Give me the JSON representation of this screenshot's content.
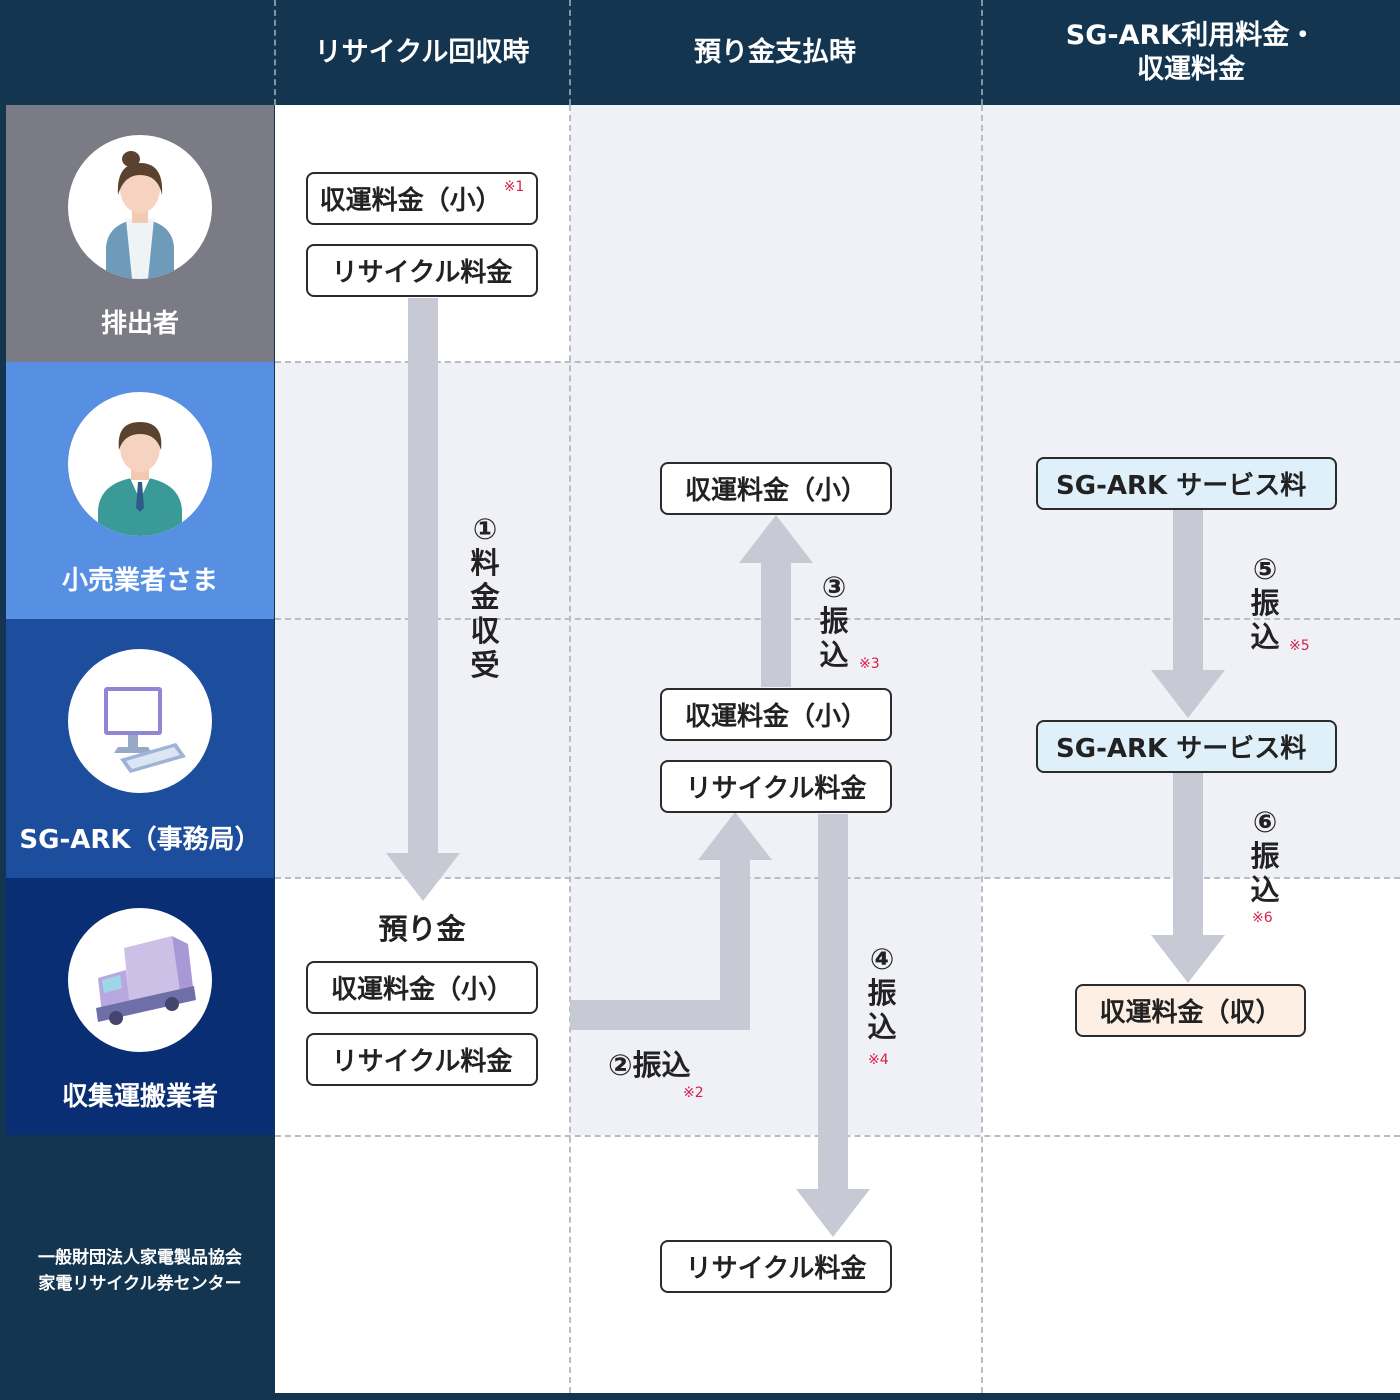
{
  "headers": {
    "col1": "リサイクル回収時",
    "col2": "預り金支払時",
    "col3_line1": "SG-ARK利用料金・",
    "col3_line2": "収運料金"
  },
  "roles": [
    {
      "label": "排出者",
      "color": "#7a7b85",
      "icon": "woman-avatar-icon"
    },
    {
      "label": "小売業者さま",
      "color": "#5790e3",
      "icon": "man-avatar-icon"
    },
    {
      "label": "SG-ARK（事務局）",
      "color": "#1d4e9e",
      "icon": "computer-icon"
    },
    {
      "label": "収集運搬業者",
      "color": "#0a2e73",
      "icon": "truck-icon"
    }
  ],
  "footer_role": {
    "line1": "一般財団法人家電製品協会",
    "line2": "家電リサイクル券センター"
  },
  "boxes": {
    "collect_small": "収運料金（小）",
    "recycle_fee": "リサイクル料金",
    "deposit_label": "預り金",
    "sgark_fee": "SG-ARK サービス料",
    "collect_shu": "収運料金（収）"
  },
  "notes": {
    "n1": "※1",
    "n2": "※2",
    "n3": "※3",
    "n4": "※4",
    "n5": "※5",
    "n6": "※6"
  },
  "steps": {
    "s1_num": "①",
    "s1_c1": "料",
    "s1_c2": "金",
    "s1_c3": "収",
    "s1_c4": "受",
    "s2": "②振込",
    "s3_num": "③",
    "s3_c1": "振",
    "s3_c2": "込",
    "s4_num": "④",
    "s4_c1": "振",
    "s4_c2": "込",
    "s5_num": "⑤",
    "s5_c1": "振",
    "s5_c2": "込",
    "s6_num": "⑥",
    "s6_c1": "振",
    "s6_c2": "込"
  },
  "colors": {
    "navy": "#133550",
    "arrow": "#c7cad4",
    "note_red": "#d6204a",
    "cell_light": "#f0f1f6"
  }
}
